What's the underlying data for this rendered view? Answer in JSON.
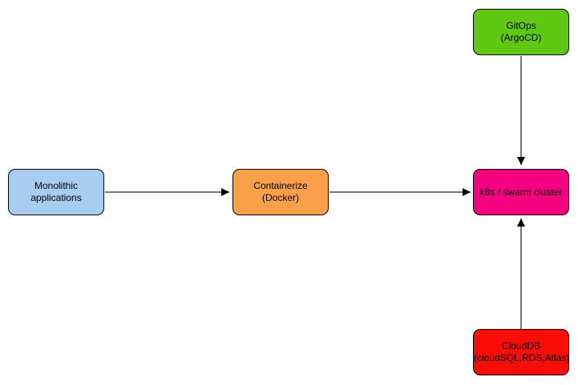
{
  "canvas": {
    "background": "#ffffff"
  },
  "nodes": {
    "monolithic": {
      "label": "Monolithic\napplications",
      "fill": "#a8cdf2",
      "border": "#000000"
    },
    "containerize": {
      "label": "Containerize\n(Docker)",
      "fill": "#f9a048",
      "border": "#000000"
    },
    "cluster": {
      "label": "k8s / swarm cluster",
      "fill": "#f5007e",
      "border": "#000000"
    },
    "gitops": {
      "label": "GitOps\n(ArgoCD)",
      "fill": "#60c811",
      "border": "#000000"
    },
    "clouddb": {
      "label": "CloudDB\n(cloudSQL,RDS,Atlas)",
      "fill": "#f90d06",
      "border": "#000000"
    }
  },
  "edges": {
    "line_color": "#666666",
    "arrowhead_color": "#000000",
    "connections": [
      {
        "from": "Monolithic applications",
        "to": "Containerize (Docker)"
      },
      {
        "from": "Containerize (Docker)",
        "to": "k8s / swarm cluster"
      },
      {
        "from": "GitOps (ArgoCD)",
        "to": "k8s / swarm cluster"
      },
      {
        "from": "CloudDB (cloudSQL,RDS,Atlas)",
        "to": "k8s / swarm cluster"
      }
    ]
  }
}
